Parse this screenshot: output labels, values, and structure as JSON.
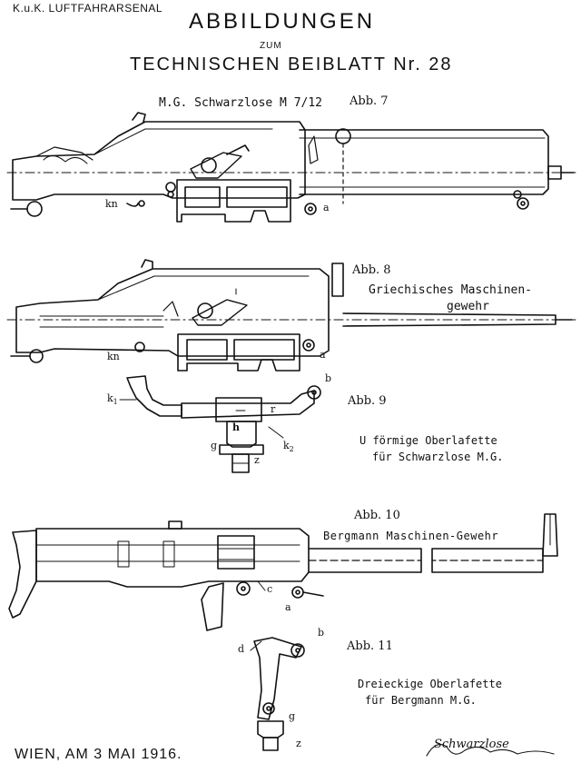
{
  "header": {
    "org": "K.u.K. LUFTFAHRARSENAL",
    "title": "ABBILDUNGEN",
    "zum": "ZUM",
    "subtitle": "TECHNISCHEN BEIBLATT Nr. 28"
  },
  "figures": {
    "abb7": {
      "label": "Abb. 7",
      "caption": "M.G. Schwarzlose M 7/12",
      "parts": {
        "kn": "kn",
        "a": "a"
      }
    },
    "abb8": {
      "label": "Abb. 8",
      "caption_line1": "Griechisches Maschinen-",
      "caption_line2": "gewehr",
      "parts": {
        "kn": "kn",
        "a": "a"
      }
    },
    "abb9": {
      "label": "Abb. 9",
      "caption_line1": "U förmige Oberlafette",
      "caption_line2": "für Schwarzlose M.G.",
      "parts": {
        "k1": "k",
        "k1_sub": "1",
        "b": "b",
        "h": "h",
        "r": "r",
        "g": "g",
        "k2": "k",
        "k2_sub": "2",
        "z": "z"
      }
    },
    "abb10": {
      "label": "Abb. 10",
      "caption": "Bergmann Maschinen-Gewehr",
      "parts": {
        "c": "c",
        "a": "a"
      }
    },
    "abb11": {
      "label": "Abb. 11",
      "caption_line1": "Dreieckige Oberlafette",
      "caption_line2": "für Bergmann M.G.",
      "parts": {
        "d": "d",
        "b": "b",
        "g": "g",
        "z": "z"
      }
    }
  },
  "footer": {
    "date": "WIEN, AM 3 MAI 1916.",
    "signature": "Schwarzlose"
  },
  "colors": {
    "ink": "#111111",
    "paper": "#ffffff"
  }
}
